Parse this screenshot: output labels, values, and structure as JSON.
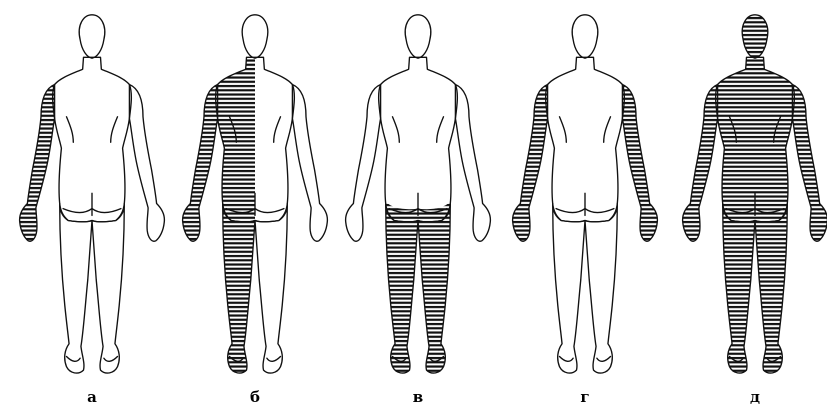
{
  "figures": [
    {
      "label": "а",
      "shaded_regions": [
        "right-arm"
      ]
    },
    {
      "label": "б",
      "shaded_regions": [
        "right-half-body",
        "right-arm",
        "right-leg"
      ]
    },
    {
      "label": "в",
      "shaded_regions": [
        "left-leg",
        "right-leg",
        "buttocks"
      ]
    },
    {
      "label": "г",
      "shaded_regions": [
        "left-arm",
        "right-arm"
      ]
    },
    {
      "label": "д",
      "shaded_regions": [
        "whole-body"
      ]
    }
  ],
  "colors": {
    "outline": "#111111",
    "hatch": "#111111",
    "background": "#ffffff"
  }
}
